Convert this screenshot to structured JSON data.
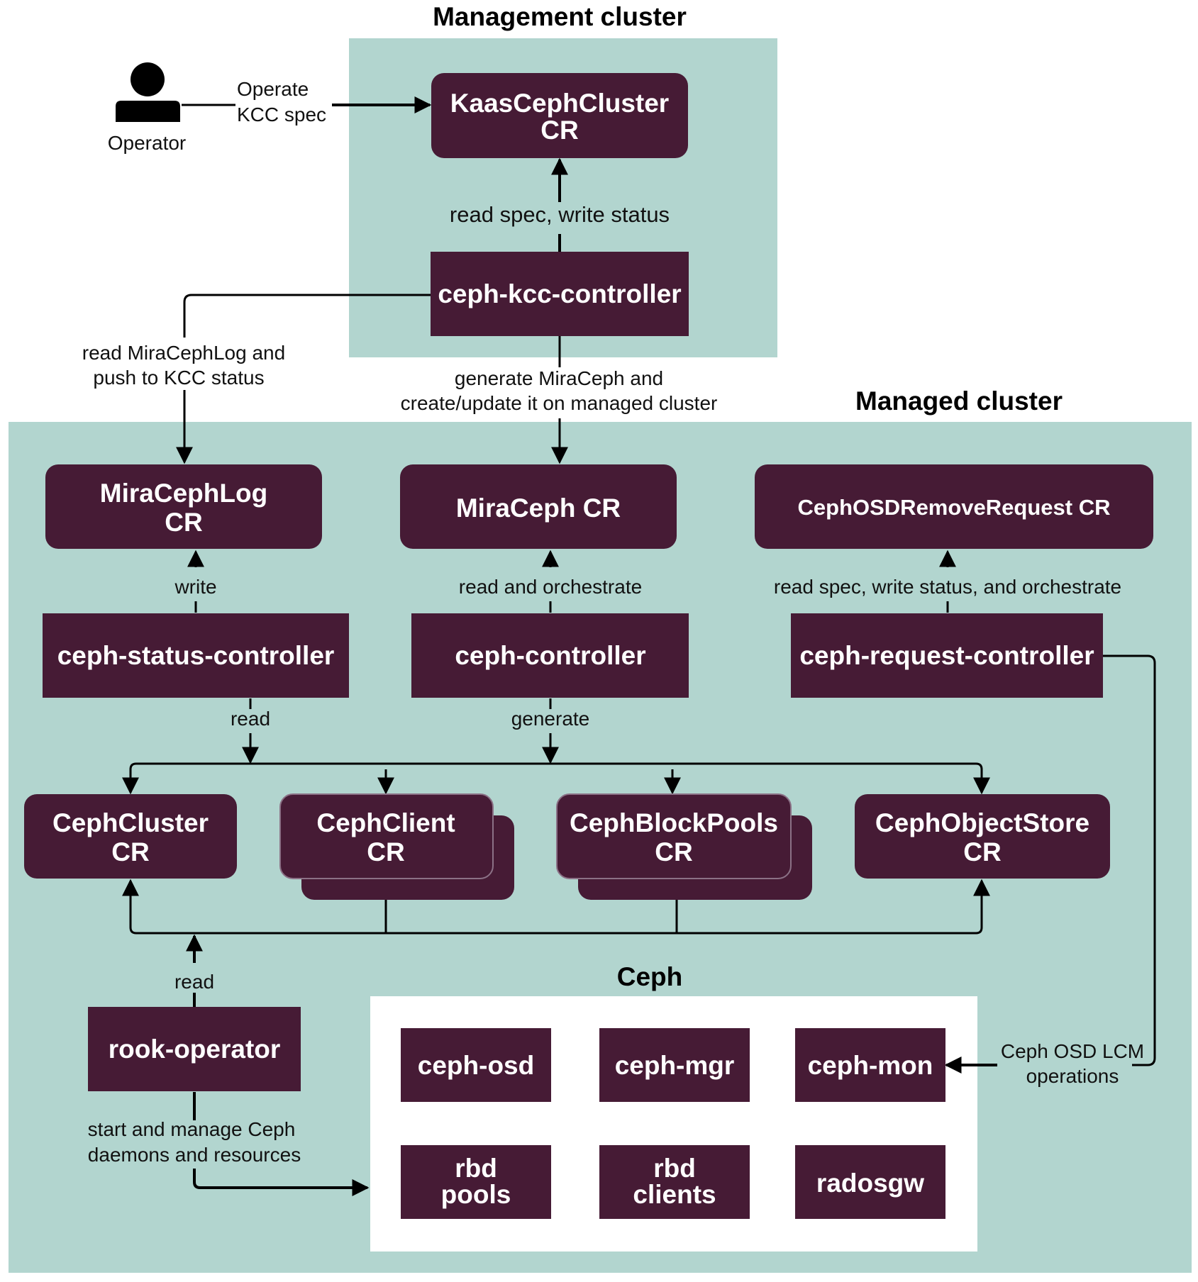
{
  "regions": {
    "management_title": "Management cluster",
    "managed_title": "Managed cluster",
    "ceph_title": "Ceph"
  },
  "actor": {
    "label": "Operator"
  },
  "nodes": {
    "kaas_l1": "KaasCephCluster",
    "kaas_l2": "CR",
    "kcc_controller": "ceph-kcc-controller",
    "miracephlog_l1": "MiraCephLog",
    "miracephlog_l2": "CR",
    "miraceph": "MiraCeph CR",
    "osd_remove": "CephOSDRemoveRequest CR",
    "status_controller": "ceph-status-controller",
    "ceph_controller": "ceph-controller",
    "request_controller": "ceph-request-controller",
    "cephcluster_l1": "CephCluster",
    "cephcluster_l2": "CR",
    "cephclient_l1": "CephClient",
    "cephclient_l2": "CR",
    "blockpools_l1": "CephBlockPools",
    "blockpools_l2": "CR",
    "objectstore_l1": "CephObjectStore",
    "objectstore_l2": "CR",
    "rook_operator": "rook-operator",
    "ceph_osd": "ceph-osd",
    "ceph_mgr": "ceph-mgr",
    "ceph_mon": "ceph-mon",
    "rbd_pools_l1": "rbd",
    "rbd_pools_l2": "pools",
    "rbd_clients_l1": "rbd",
    "rbd_clients_l2": "clients",
    "radosgw": "radosgw"
  },
  "edges": {
    "operate_l1": "Operate",
    "operate_l2": "KCC spec",
    "read_spec_write_status": "read spec, write status",
    "read_log_l1": "read MiraCephLog and",
    "read_log_l2": "push to KCC status",
    "generate_l1": "generate MiraCeph and",
    "generate_l2": "create/update it on managed cluster",
    "write": "write",
    "read_orchestrate": "read and orchestrate",
    "read_spec_orchestrate": "read spec, write status, and orchestrate",
    "read_status": "read",
    "generate": "generate",
    "read_rook": "read",
    "osd_lcm_l1": "Ceph OSD LCM",
    "osd_lcm_l2": "operations",
    "start_manage_l1": "start and manage Ceph",
    "start_manage_l2": "daemons and resources"
  },
  "colors": {
    "cluster_bg": "#b2d5cf",
    "node_fill": "#461b35",
    "ceph_bg": "#ffffff",
    "line": "#000000"
  }
}
